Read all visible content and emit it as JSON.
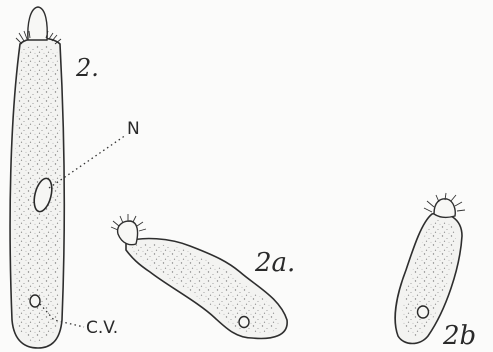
{
  "figures": [
    {
      "label": "2."
    },
    {
      "label": "2a."
    },
    {
      "label": "2b"
    }
  ],
  "annotations": {
    "nucleus": "N",
    "contractile_vacuole": "C.V."
  }
}
